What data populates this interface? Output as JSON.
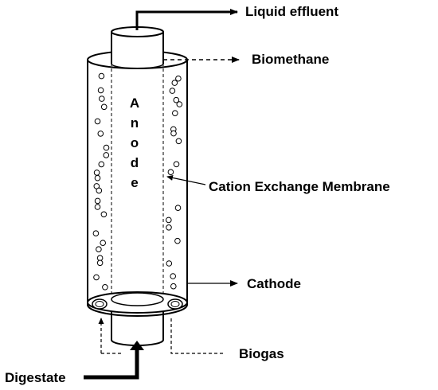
{
  "labels": {
    "liquid_effluent": "Liquid effluent",
    "biomethane": "Biomethane",
    "cation_exchange_membrane": "Cation Exchange Membrane",
    "cathode": "Cathode",
    "biogas": "Biogas",
    "digestate": "Digestate",
    "anode_letters": [
      "A",
      "n",
      "o",
      "d",
      "e"
    ]
  },
  "colors": {
    "stroke": "#000000",
    "background": "#ffffff"
  }
}
